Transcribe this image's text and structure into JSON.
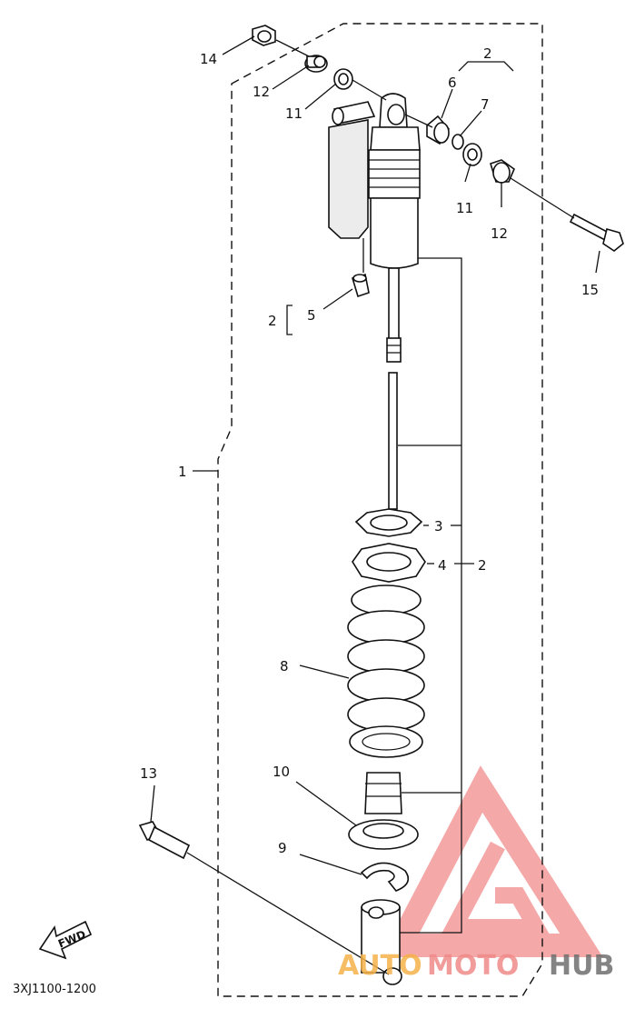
{
  "diagram": {
    "diagram_code": "3XJ1100-1200",
    "fwd_label": "FWD",
    "watermark": {
      "part_a": "AUTO",
      "part_b": "MOTO",
      "part_c": "HUB",
      "color_a": "#f6b24a",
      "color_b": "#f08a8a",
      "color_c": "#6f6f6f",
      "triangle_color": "#f28b8b"
    },
    "callouts": {
      "c14": "14",
      "c12a": "12",
      "c11a": "11",
      "c2top": "2",
      "c6": "6",
      "c7": "7",
      "c11b": "11",
      "c12b": "12",
      "c15": "15",
      "c2b": "2",
      "c5": "5",
      "c1": "1",
      "c3": "3",
      "c4": "4",
      "c2c": "2",
      "c8": "8",
      "c13": "13",
      "c10": "10",
      "c9": "9"
    }
  }
}
